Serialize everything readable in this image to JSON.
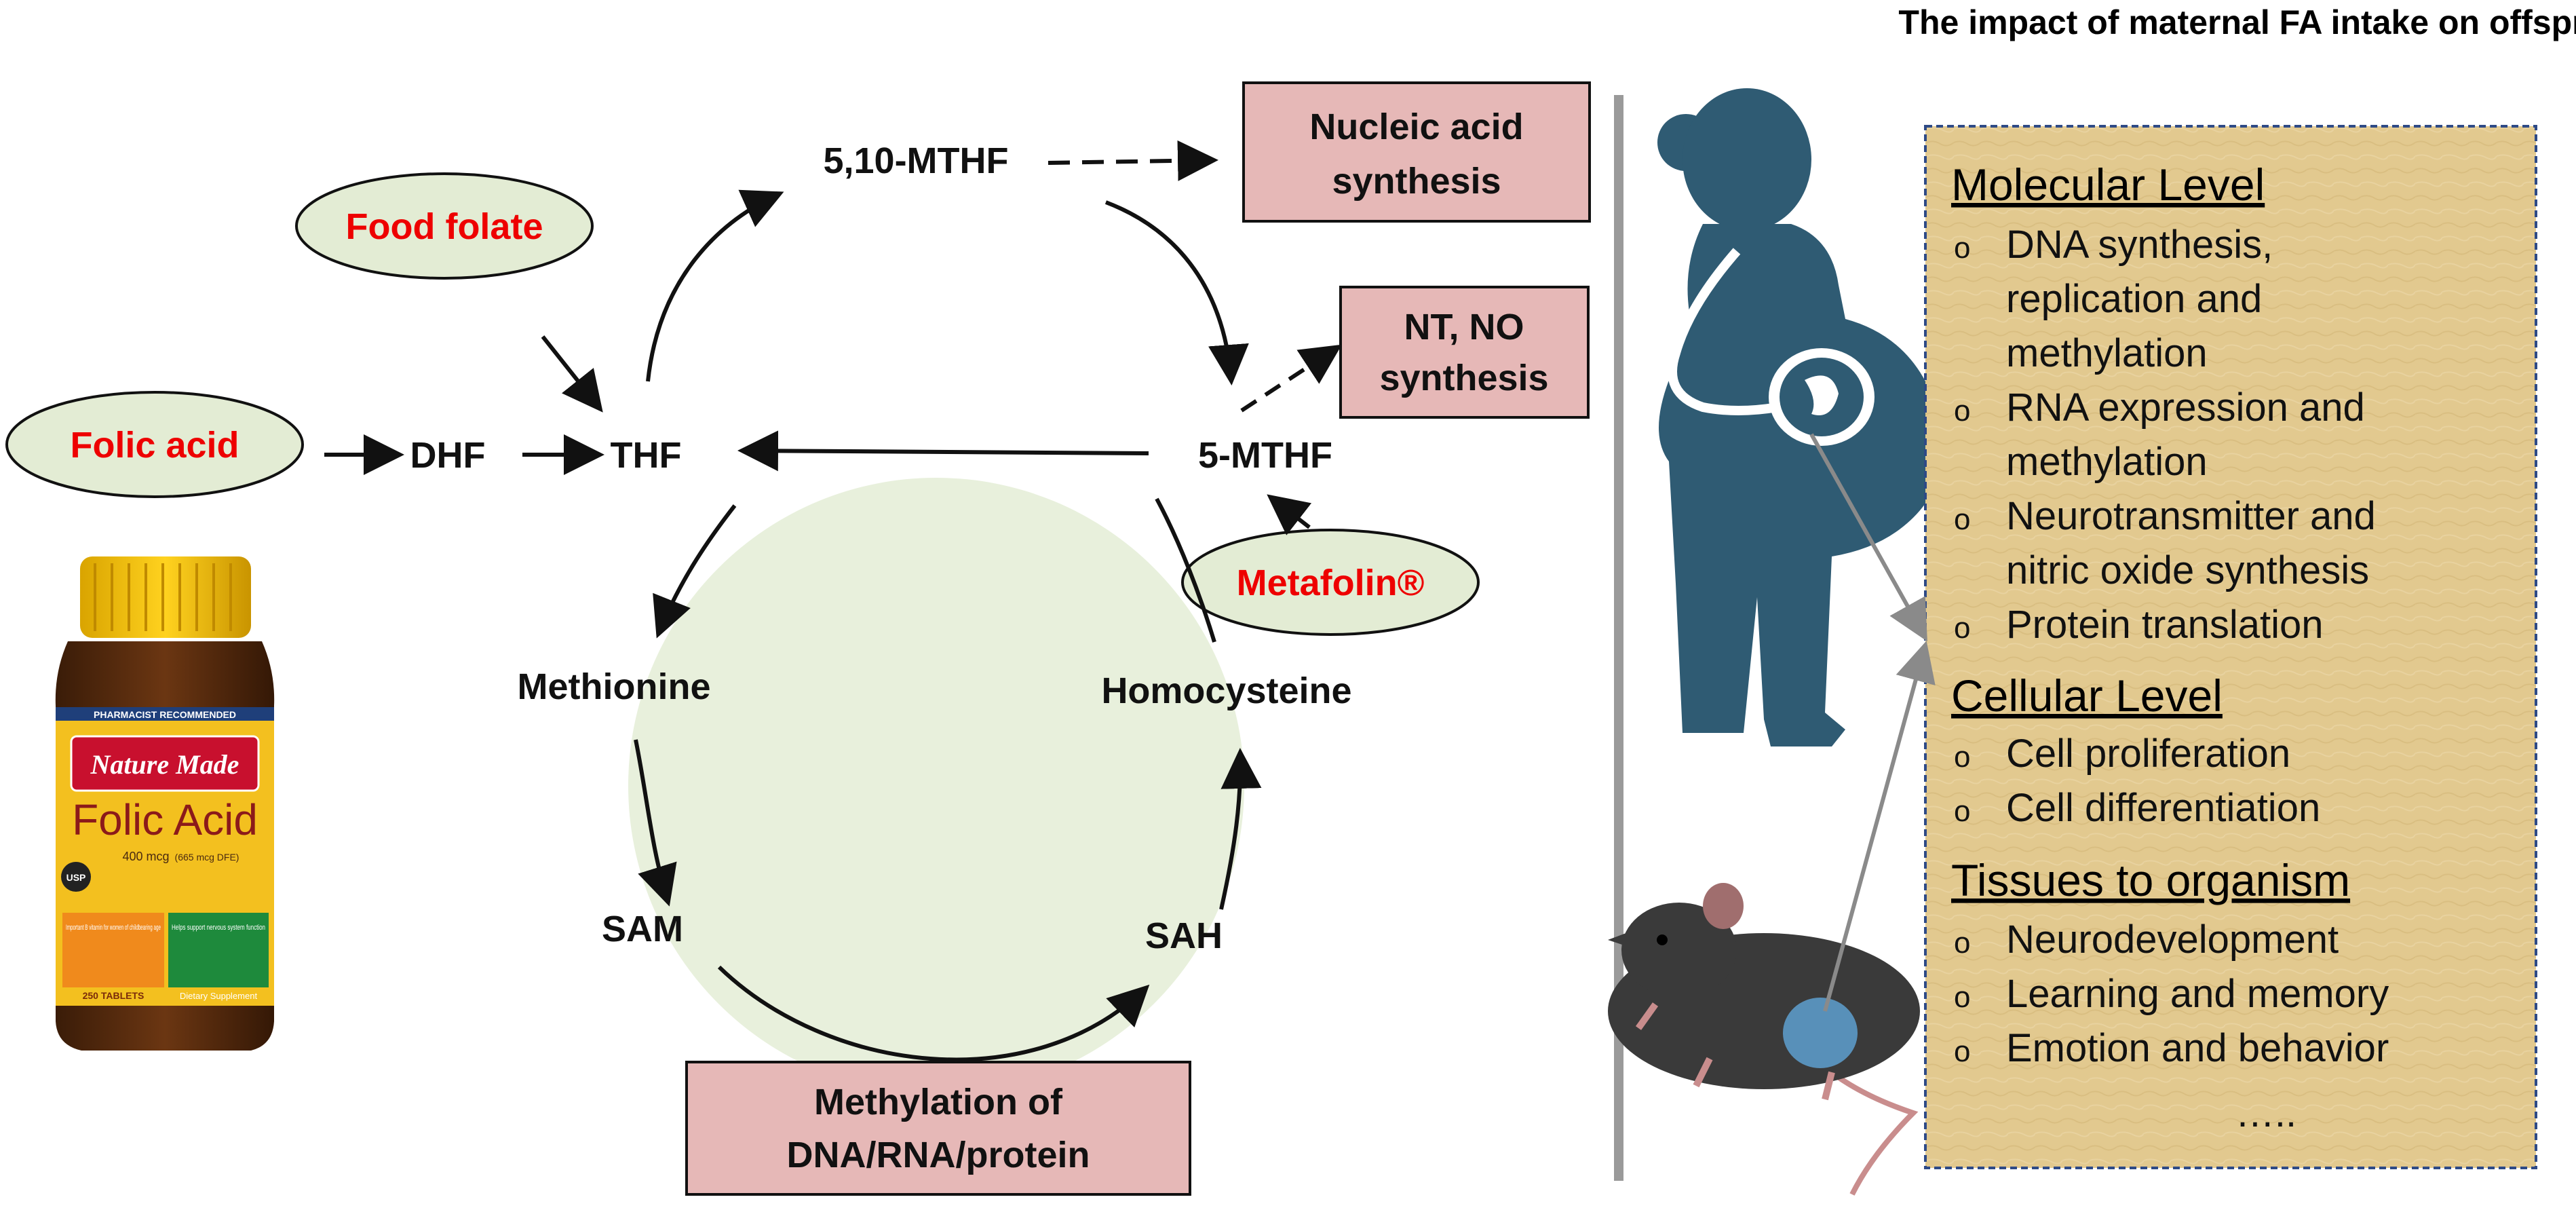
{
  "right_panel": {
    "title": "The impact of maternal FA intake on offspring",
    "sections": [
      {
        "heading": "Molecular Level",
        "items": [
          [
            "DNA synthesis,",
            "replication and",
            "methylation"
          ],
          [
            "RNA expression and",
            "methylation"
          ],
          [
            "Neurotransmitter and",
            "nitric oxide synthesis"
          ],
          [
            "Protein translation"
          ]
        ]
      },
      {
        "heading": "Cellular Level",
        "items": [
          [
            "Cell proliferation"
          ],
          [
            "Cell differentiation"
          ]
        ]
      },
      {
        "heading": "Tissues to organism",
        "items": [
          [
            "Neurodevelopment"
          ],
          [
            "Learning and memory"
          ],
          [
            "Emotion and behavior"
          ]
        ]
      }
    ],
    "ellipsis": "…..",
    "bullet": "o"
  },
  "sources": {
    "food_folate": "Food folate",
    "folic_acid": "Folic acid",
    "metafolin": "Metafolin®"
  },
  "nodes": {
    "dhf": "DHF",
    "thf": "THF",
    "mthf_510": "5,10-MTHF",
    "mthf_5": "5-MTHF",
    "methionine": "Methionine",
    "homocysteine": "Homocysteine",
    "sam": "SAM",
    "sah": "SAH"
  },
  "boxes": {
    "nucleic": [
      "Nucleic acid",
      "synthesis"
    ],
    "nt_no": [
      "NT, NO",
      "synthesis"
    ],
    "methylation": [
      "Methylation of",
      "DNA/RNA/protein"
    ]
  },
  "bottle": {
    "brand": "Nature Made",
    "product": "Folic Acid",
    "dose": "400 mcg",
    "dose_note": "(665 mcg DFE)",
    "banner": "PHARMACIST RECOMMENDED",
    "left_label": "Important B vitamin for women of childbearing age",
    "right_label": "Helps support nervous system function",
    "count": "250 TABLETS",
    "supplement": "Dietary Supplement",
    "usp": "USP"
  },
  "colors": {
    "ellipse_fill": "#e3ecd4",
    "box_fill": "#e6b8b7",
    "cycle_fill": "#e8f0dc",
    "red_text": "#ee0000",
    "parchment": "#e2c98f",
    "panel_border": "#2e4a86",
    "silhouette": "#2f5b73",
    "divider": "#9a9a9a"
  }
}
